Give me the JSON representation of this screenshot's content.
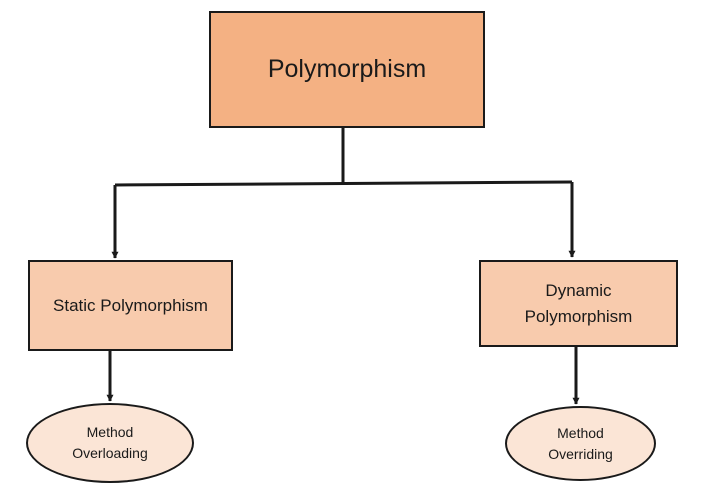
{
  "diagram": {
    "root": {
      "label": "Polymorphism"
    },
    "static": {
      "label": "Static Polymorphism"
    },
    "dynamic": {
      "line1": "Dynamic",
      "line2": "Polymorphism"
    },
    "overloading": {
      "line1": "Method",
      "line2": "Overloading"
    },
    "overriding": {
      "line1": "Method",
      "line2": "Overriding"
    }
  },
  "colors": {
    "root_fill": "#f4b183",
    "child_fill": "#f8cbad",
    "leaf_fill": "#fbe5d6",
    "stroke": "#1a1a1a"
  }
}
